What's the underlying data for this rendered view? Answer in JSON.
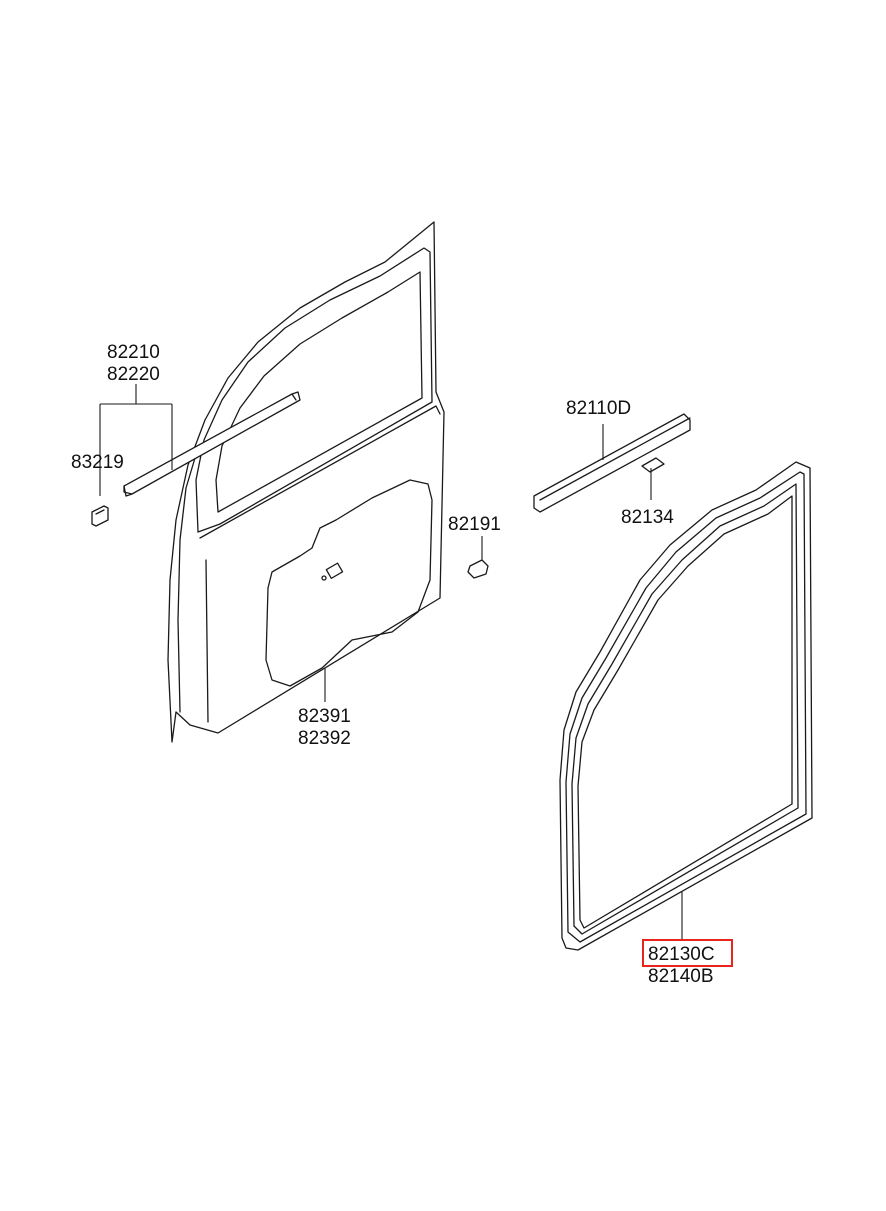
{
  "labels": {
    "l82210": "82210",
    "l82220": "82220",
    "l83219": "83219",
    "l82191": "82191",
    "l82391": "82391",
    "l82392": "82392",
    "l82110D": "82110D",
    "l82134": "82134",
    "l82130C": "82130C",
    "l82140B": "82140B"
  },
  "highlighted_part": "82130C",
  "highlight_color": "#e8241c",
  "line_color": "#1a1a1a"
}
